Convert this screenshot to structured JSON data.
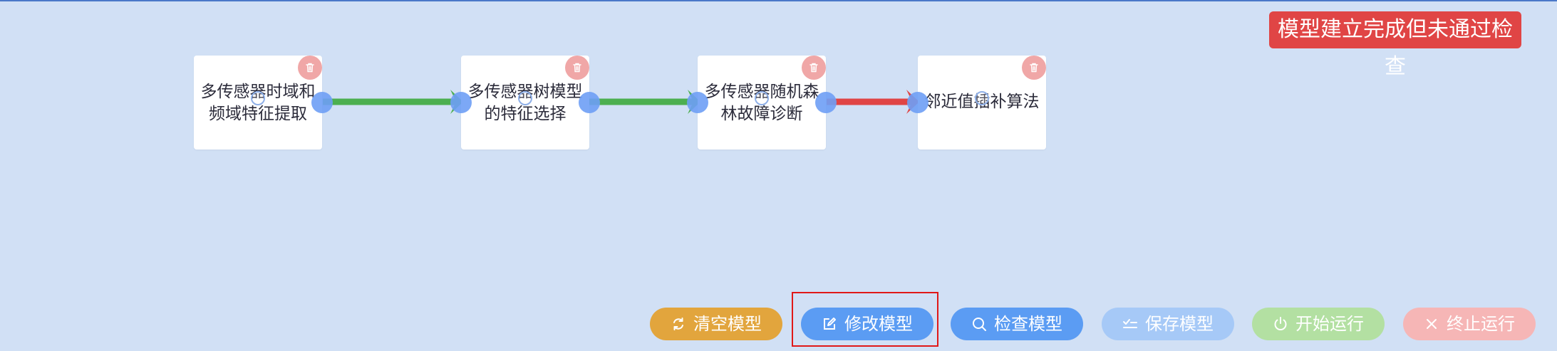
{
  "status": {
    "label": "模型建立完成但未通过检查",
    "color": "#e04545"
  },
  "nodes": [
    {
      "label": "多传感器时域和频域特征提取",
      "delete_icon": "trash-icon"
    },
    {
      "label": "多传感器树模型的特征选择",
      "delete_icon": "trash-icon"
    },
    {
      "label": "多传感器随机森林故障诊断",
      "delete_icon": "trash-icon"
    },
    {
      "label": "邻近值插补算法",
      "delete_icon": "trash-icon"
    }
  ],
  "edges": [
    {
      "from": 0,
      "to": 1,
      "color": "#4caf50"
    },
    {
      "from": 1,
      "to": 2,
      "color": "#4caf50"
    },
    {
      "from": 2,
      "to": 3,
      "color": "#e04545"
    }
  ],
  "toolbar": {
    "clear": {
      "label": "清空模型",
      "icon": "refresh-icon",
      "color": "#e2a53d"
    },
    "edit": {
      "label": "修改模型",
      "icon": "edit-icon",
      "color": "#5b9cf3"
    },
    "check": {
      "label": "检查模型",
      "icon": "search-icon",
      "color": "#5b9cf3"
    },
    "save": {
      "label": "保存模型",
      "icon": "check-list-icon",
      "color": "#a6c9f7"
    },
    "start": {
      "label": "开始运行",
      "icon": "power-icon",
      "color": "#b3e0a2"
    },
    "stop": {
      "label": "终止运行",
      "icon": "close-icon",
      "color": "#f6b6b6"
    }
  }
}
